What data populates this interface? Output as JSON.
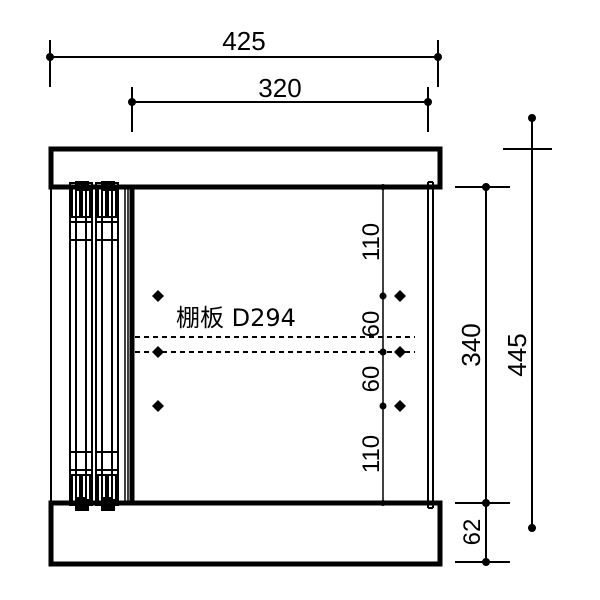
{
  "dimensions": {
    "outer_width": "425",
    "inner_width": "320",
    "inner_height": "340",
    "outer_height": "445",
    "base_height": "62",
    "hole_spacing_top": "110",
    "hole_spacing_mid_upper": "60",
    "hole_spacing_mid_lower": "60",
    "hole_spacing_bottom": "110"
  },
  "shelf_label": "棚板 D294",
  "colors": {
    "line": "#000000",
    "background": "#ffffff"
  }
}
